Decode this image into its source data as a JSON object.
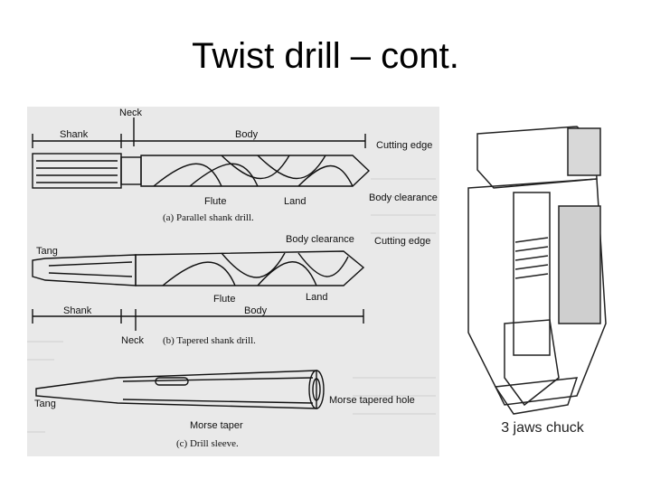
{
  "slide": {
    "title": "Twist drill – cont."
  },
  "drill_figure": {
    "top": {
      "neck": "Neck",
      "shank": "Shank",
      "body": "Body",
      "cutting_edge": "Cutting edge",
      "flute": "Flute",
      "land": "Land",
      "body_clearance": "Body clearance",
      "caption": "(a) Parallel shank drill."
    },
    "middle": {
      "tang": "Tang",
      "body_clearance": "Body clearance",
      "cutting_edge": "Cutting edge",
      "flute": "Flute",
      "land": "Land",
      "shank": "Shank",
      "body": "Body",
      "neck": "Neck",
      "caption": "(b) Tapered shank drill."
    },
    "bottom": {
      "tang": "Tang",
      "morse_tapered_hole": "Morse tapered hole",
      "morse_taper": "Morse taper",
      "caption": "(c) Drill sleeve."
    }
  },
  "chuck_figure": {
    "caption": "3 jaws chuck"
  }
}
